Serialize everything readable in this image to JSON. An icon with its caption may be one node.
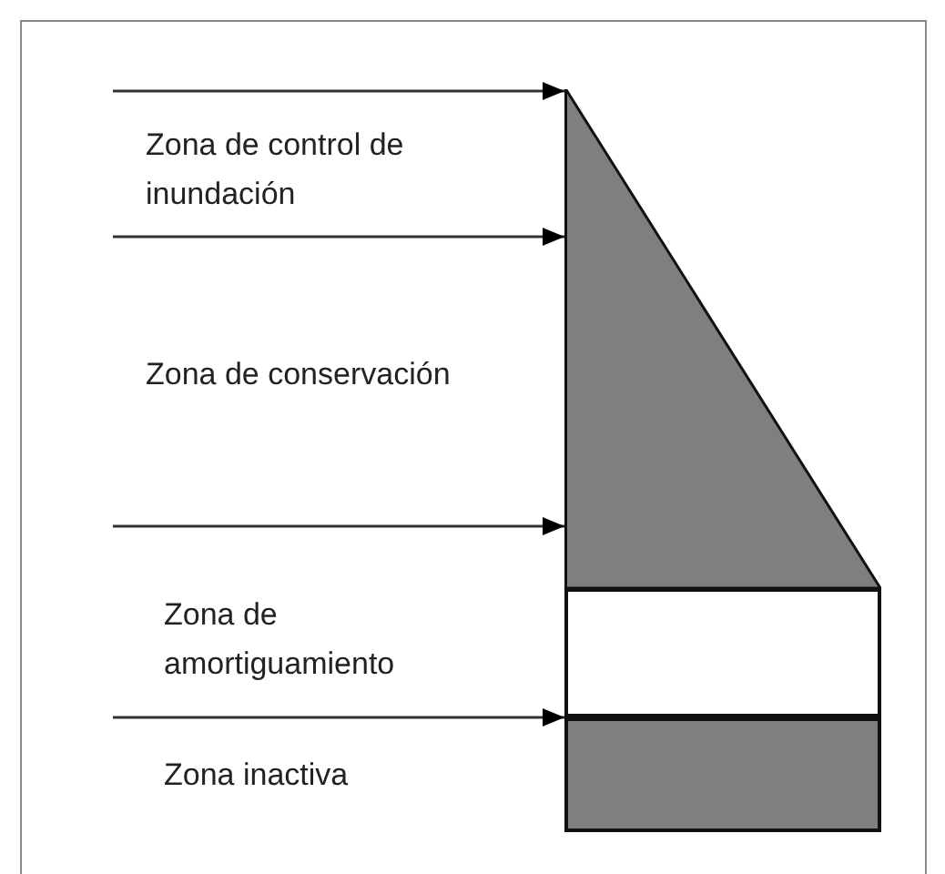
{
  "diagram": {
    "nodes": [
      {
        "text": [],
        "shape": "triangle"
      },
      {
        "text": [],
        "shape": "box"
      },
      {
        "text": [],
        "shape": "box"
      }
    ],
    "edges": [
      {
        "from": null,
        "to": 0,
        "arrow": "to"
      },
      {
        "from": null,
        "to": 0,
        "arrow": "to"
      },
      {
        "from": null,
        "to": 0,
        "arrow": "to"
      },
      {
        "from": null,
        "to": 2,
        "arrow": "to"
      }
    ],
    "labels": [
      "Zona de control de inundación",
      "Zona de conservación",
      "Zona de amortiguamiento",
      "Zona inactiva"
    ]
  }
}
